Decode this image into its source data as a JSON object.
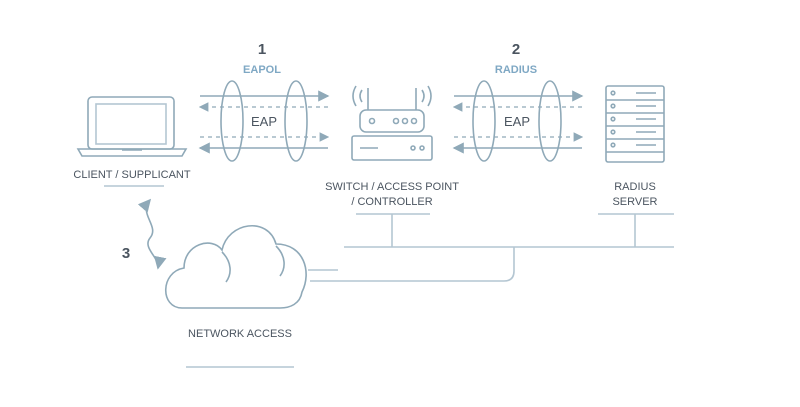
{
  "steps": {
    "step1": {
      "number": "1",
      "protocol": "EAPOL",
      "tunnel_label": "EAP"
    },
    "step2": {
      "number": "2",
      "protocol": "RADIUS",
      "tunnel_label": "EAP"
    },
    "step3": {
      "number": "3"
    }
  },
  "nodes": {
    "client": {
      "label": "CLIENT / SUPPLICANT",
      "icon": "laptop-icon"
    },
    "switch": {
      "label_line1": "SWITCH / ACCESS POINT",
      "label_line2": "/ CONTROLLER",
      "icon": "wireless-router-icon"
    },
    "radius": {
      "label_line1": "RADIUS",
      "label_line2": "SERVER",
      "icon": "server-rack-icon"
    },
    "network": {
      "label": "NETWORK ACCESS",
      "icon": "cloud-icon"
    }
  },
  "colors": {
    "stroke": "#8fa9b8",
    "accent": "#7fa8c4",
    "text": "#4b5560"
  }
}
